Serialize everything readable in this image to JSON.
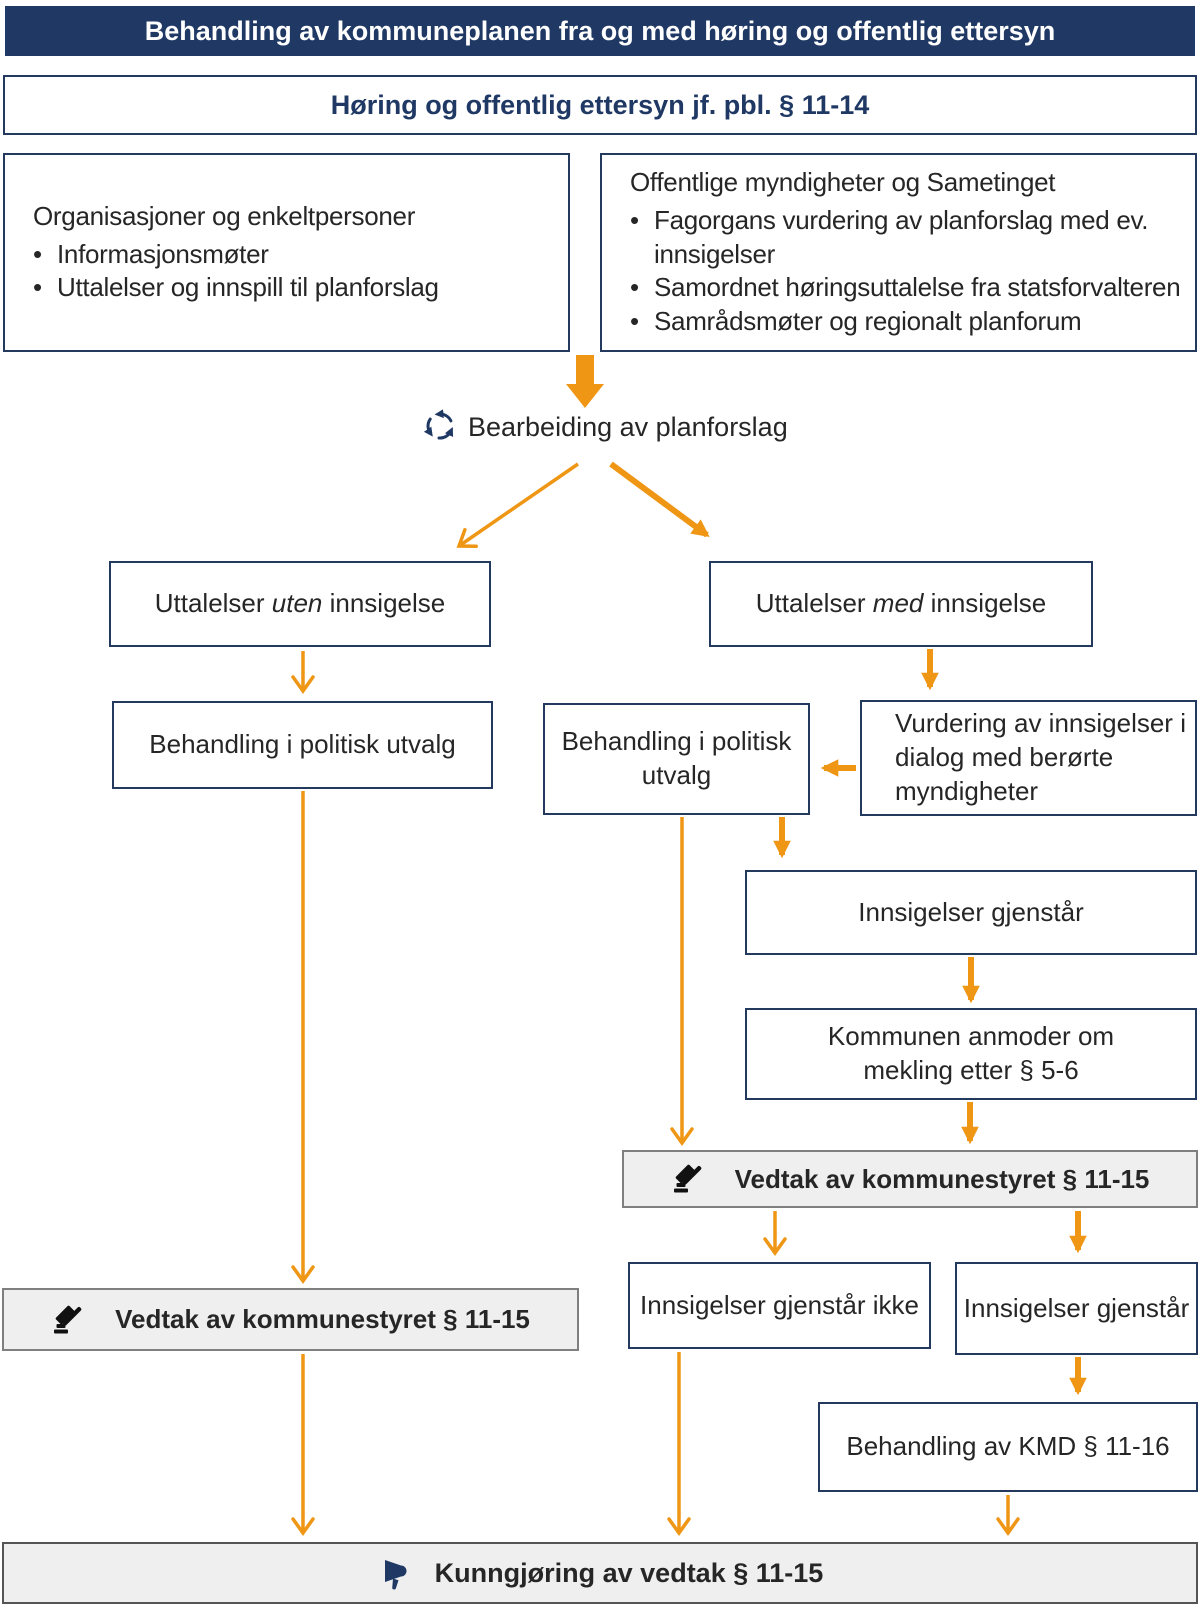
{
  "colors": {
    "navy": "#1f3864",
    "orange": "#EF9615",
    "box_border": "#24395e",
    "gray_fill": "#efefef",
    "gray_border": "#7f7f7f",
    "text": "#262626"
  },
  "icons": {
    "rework": "refresh-cycle-icon",
    "decision": "gavel-icon",
    "announce": "megaphone-icon"
  },
  "header": {
    "title": "Behandling av kommuneplanen fra og med høring og offentlig ettersyn"
  },
  "hearing": {
    "title": "Høring og offentlig ettersyn jf. pbl. § 11-14"
  },
  "orgs": {
    "title": "Organisasjoner og enkeltpersoner",
    "bullets": [
      "Informasjonsmøter",
      "Uttalelser og innspill til planforslag"
    ]
  },
  "authorities": {
    "title": "Offentlige myndigheter og Sametinget",
    "bullets": [
      "Fagorgans vurdering av planforslag med ev. innsigelser",
      "Samordnet høringsuttalelse fra statsforvalteren",
      "Samrådsmøter og regionalt planforum"
    ]
  },
  "rework": {
    "label": "Bearbeiding av planforslag"
  },
  "no_objection": {
    "prefix": "Uttalelser ",
    "emph": "uten",
    "suffix": " innsigelse"
  },
  "with_objection": {
    "prefix": "Uttalelser ",
    "emph": "med",
    "suffix": " innsigelse"
  },
  "nodes": {
    "behandling_left": {
      "text": "Behandling i politisk utvalg"
    },
    "behandling_mid": {
      "lines": [
        "Behandling i politisk",
        "utvalg"
      ]
    },
    "vurdering": {
      "text": "Vurdering av innsigelser i dialog med berørte myndigheter"
    },
    "innsigelser_gjenstar": {
      "text": "Innsigelser gjenstår"
    },
    "kommunen_anmoder": {
      "lines": [
        "Kommunen anmoder om",
        "mekling etter § 5-6"
      ]
    },
    "vedtak_right": {
      "text": "Vedtak av kommunestyret § 11-15"
    },
    "vedtak_left": {
      "text": "Vedtak av kommunestyret § 11-15"
    },
    "innsigelser_ikke": {
      "text": "Innsigelser gjenstår ikke"
    },
    "innsigelser_gjenstar_2": {
      "text": "Innsigelser gjenstår"
    },
    "kmd": {
      "text": "Behandling av KMD § 11-16"
    },
    "kunngjoring": {
      "text": "Kunngjøring av vedtak § 11-15"
    }
  }
}
